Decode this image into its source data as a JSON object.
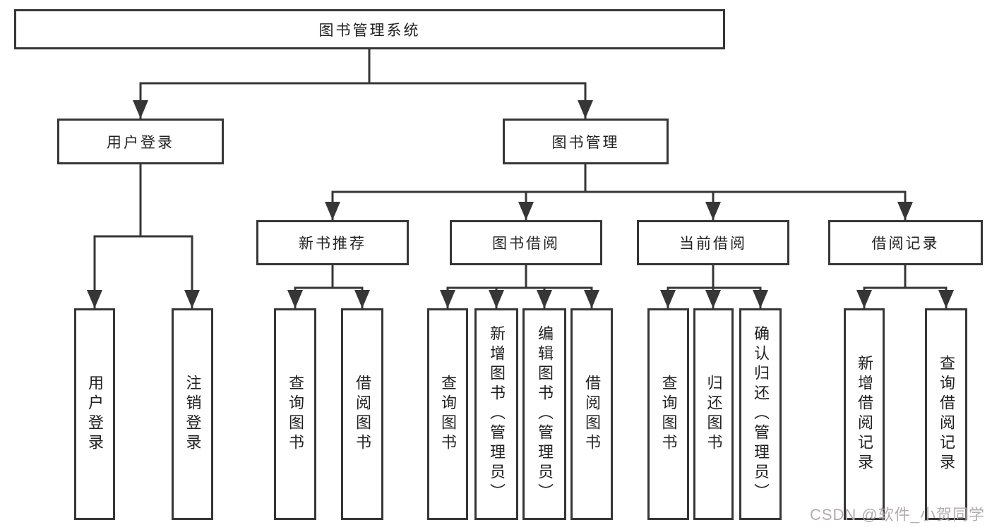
{
  "diagram": {
    "root": {
      "label": "图书管理系统"
    },
    "branches": [
      {
        "label": "用户登录",
        "children": [
          {
            "label": "用户登录"
          },
          {
            "label": "注销登录"
          }
        ]
      },
      {
        "label": "图书管理",
        "children": [
          {
            "label": "新书推荐",
            "children": [
              {
                "label": "查询图书"
              },
              {
                "label": "借阅图书"
              }
            ]
          },
          {
            "label": "图书借阅",
            "children": [
              {
                "label": "查询图书"
              },
              {
                "label": "新增图书（管理员）"
              },
              {
                "label": "编辑图书（管理员）"
              },
              {
                "label": "借阅图书"
              }
            ]
          },
          {
            "label": "当前借阅",
            "children": [
              {
                "label": "查询图书"
              },
              {
                "label": "归还图书"
              },
              {
                "label": "确认归还（管理员）"
              }
            ]
          },
          {
            "label": "借阅记录",
            "children": [
              {
                "label": "新增借阅记录"
              },
              {
                "label": "查询借阅记录"
              }
            ]
          }
        ]
      }
    ]
  },
  "watermark": {
    "text": "CSDN @软件_小贺同学"
  },
  "colors": {
    "line": "#363636",
    "text": "#222222",
    "watermark": "#b3acac",
    "background": "#ffffff"
  }
}
